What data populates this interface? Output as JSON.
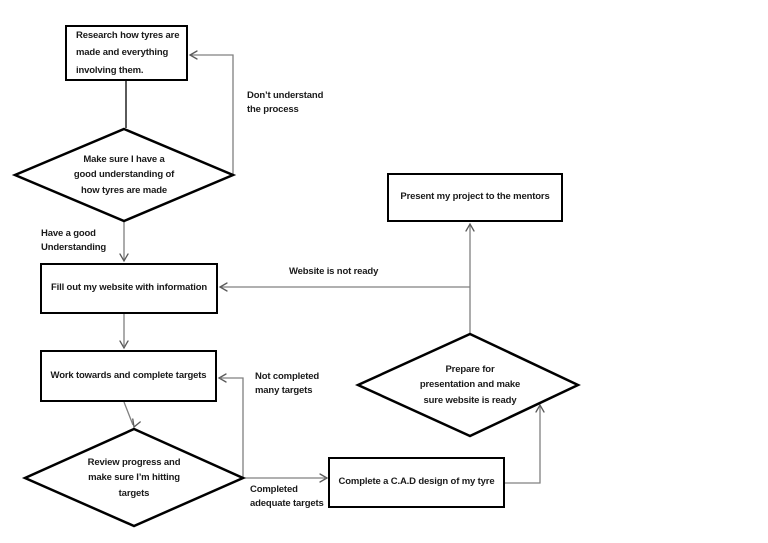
{
  "flowchart": {
    "nodes": {
      "research": {
        "label": "Research how tyres are\nmade and everything\ninvolving them."
      },
      "understanding_check": {
        "label": "Make sure I have a\ngood understanding of\nhow tyres are made"
      },
      "fill_website": {
        "label": "Fill out my website with information"
      },
      "work_targets": {
        "label": "Work towards and complete targets"
      },
      "review_progress": {
        "label": "Review progress and\nmake sure I’m hitting\ntargets"
      },
      "cad_design": {
        "label": "Complete a C.A.D design of my tyre"
      },
      "prepare_presentation": {
        "label": "Prepare for\npresentation and make\nsure website is ready"
      },
      "present_project": {
        "label": "Present my project to the mentors"
      }
    },
    "edge_labels": {
      "dont_understand": "Don’t understand\nthe process",
      "have_understanding": "Have a good\nUnderstanding",
      "website_not_ready": "Website is not ready",
      "not_completed": "Not completed\nmany targets",
      "completed_adequate": "Completed\nadequate targets"
    },
    "colors": {
      "node_border": "#000000",
      "connector": "#808080",
      "arrowhead": "#595959",
      "text": "#1a1a1a",
      "background": "#ffffff"
    }
  }
}
